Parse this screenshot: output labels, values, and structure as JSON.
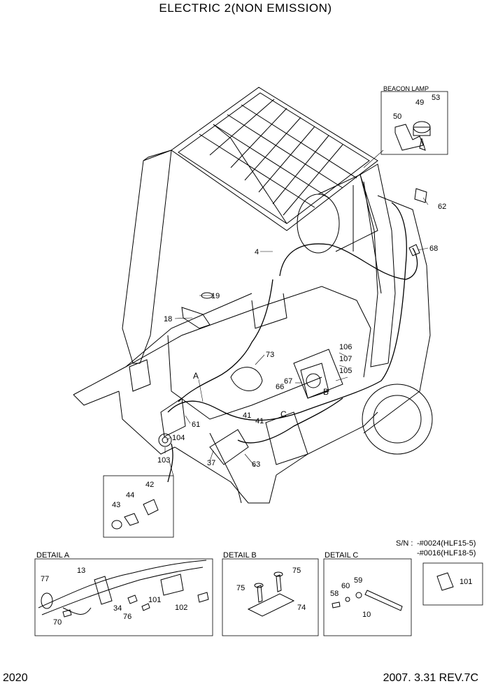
{
  "title": "ELECTRIC 2(NON EMISSION)",
  "page_number": "2020",
  "revision": "2007. 3.31 REV.7C",
  "serial": {
    "label": "S/N :",
    "line1": "-#0024(HLF15-5)",
    "line2": "-#0016(HLF18-5)"
  },
  "beacon_box": {
    "title": "BEACON LAMP",
    "labels": [
      "53",
      "49",
      "50"
    ]
  },
  "detail_a": {
    "title": "DETAIL A",
    "labels": [
      "13",
      "77",
      "70",
      "34",
      "76",
      "101",
      "102"
    ]
  },
  "detail_b": {
    "title": "DETAIL B",
    "labels": [
      "75",
      "75",
      "74"
    ]
  },
  "detail_c": {
    "title": "DETAIL C",
    "labels": [
      "59",
      "60",
      "58",
      "10"
    ]
  },
  "serial_box": {
    "labels": [
      "101"
    ]
  },
  "sensor_box": {
    "labels": [
      "42",
      "44",
      "43"
    ]
  },
  "main_callouts": [
    "62",
    "68",
    "4",
    "19",
    "18",
    "73",
    "106",
    "107",
    "105",
    "67",
    "66",
    "B",
    "A",
    "C",
    "41",
    "41",
    "61",
    "104",
    "103",
    "37",
    "63"
  ]
}
